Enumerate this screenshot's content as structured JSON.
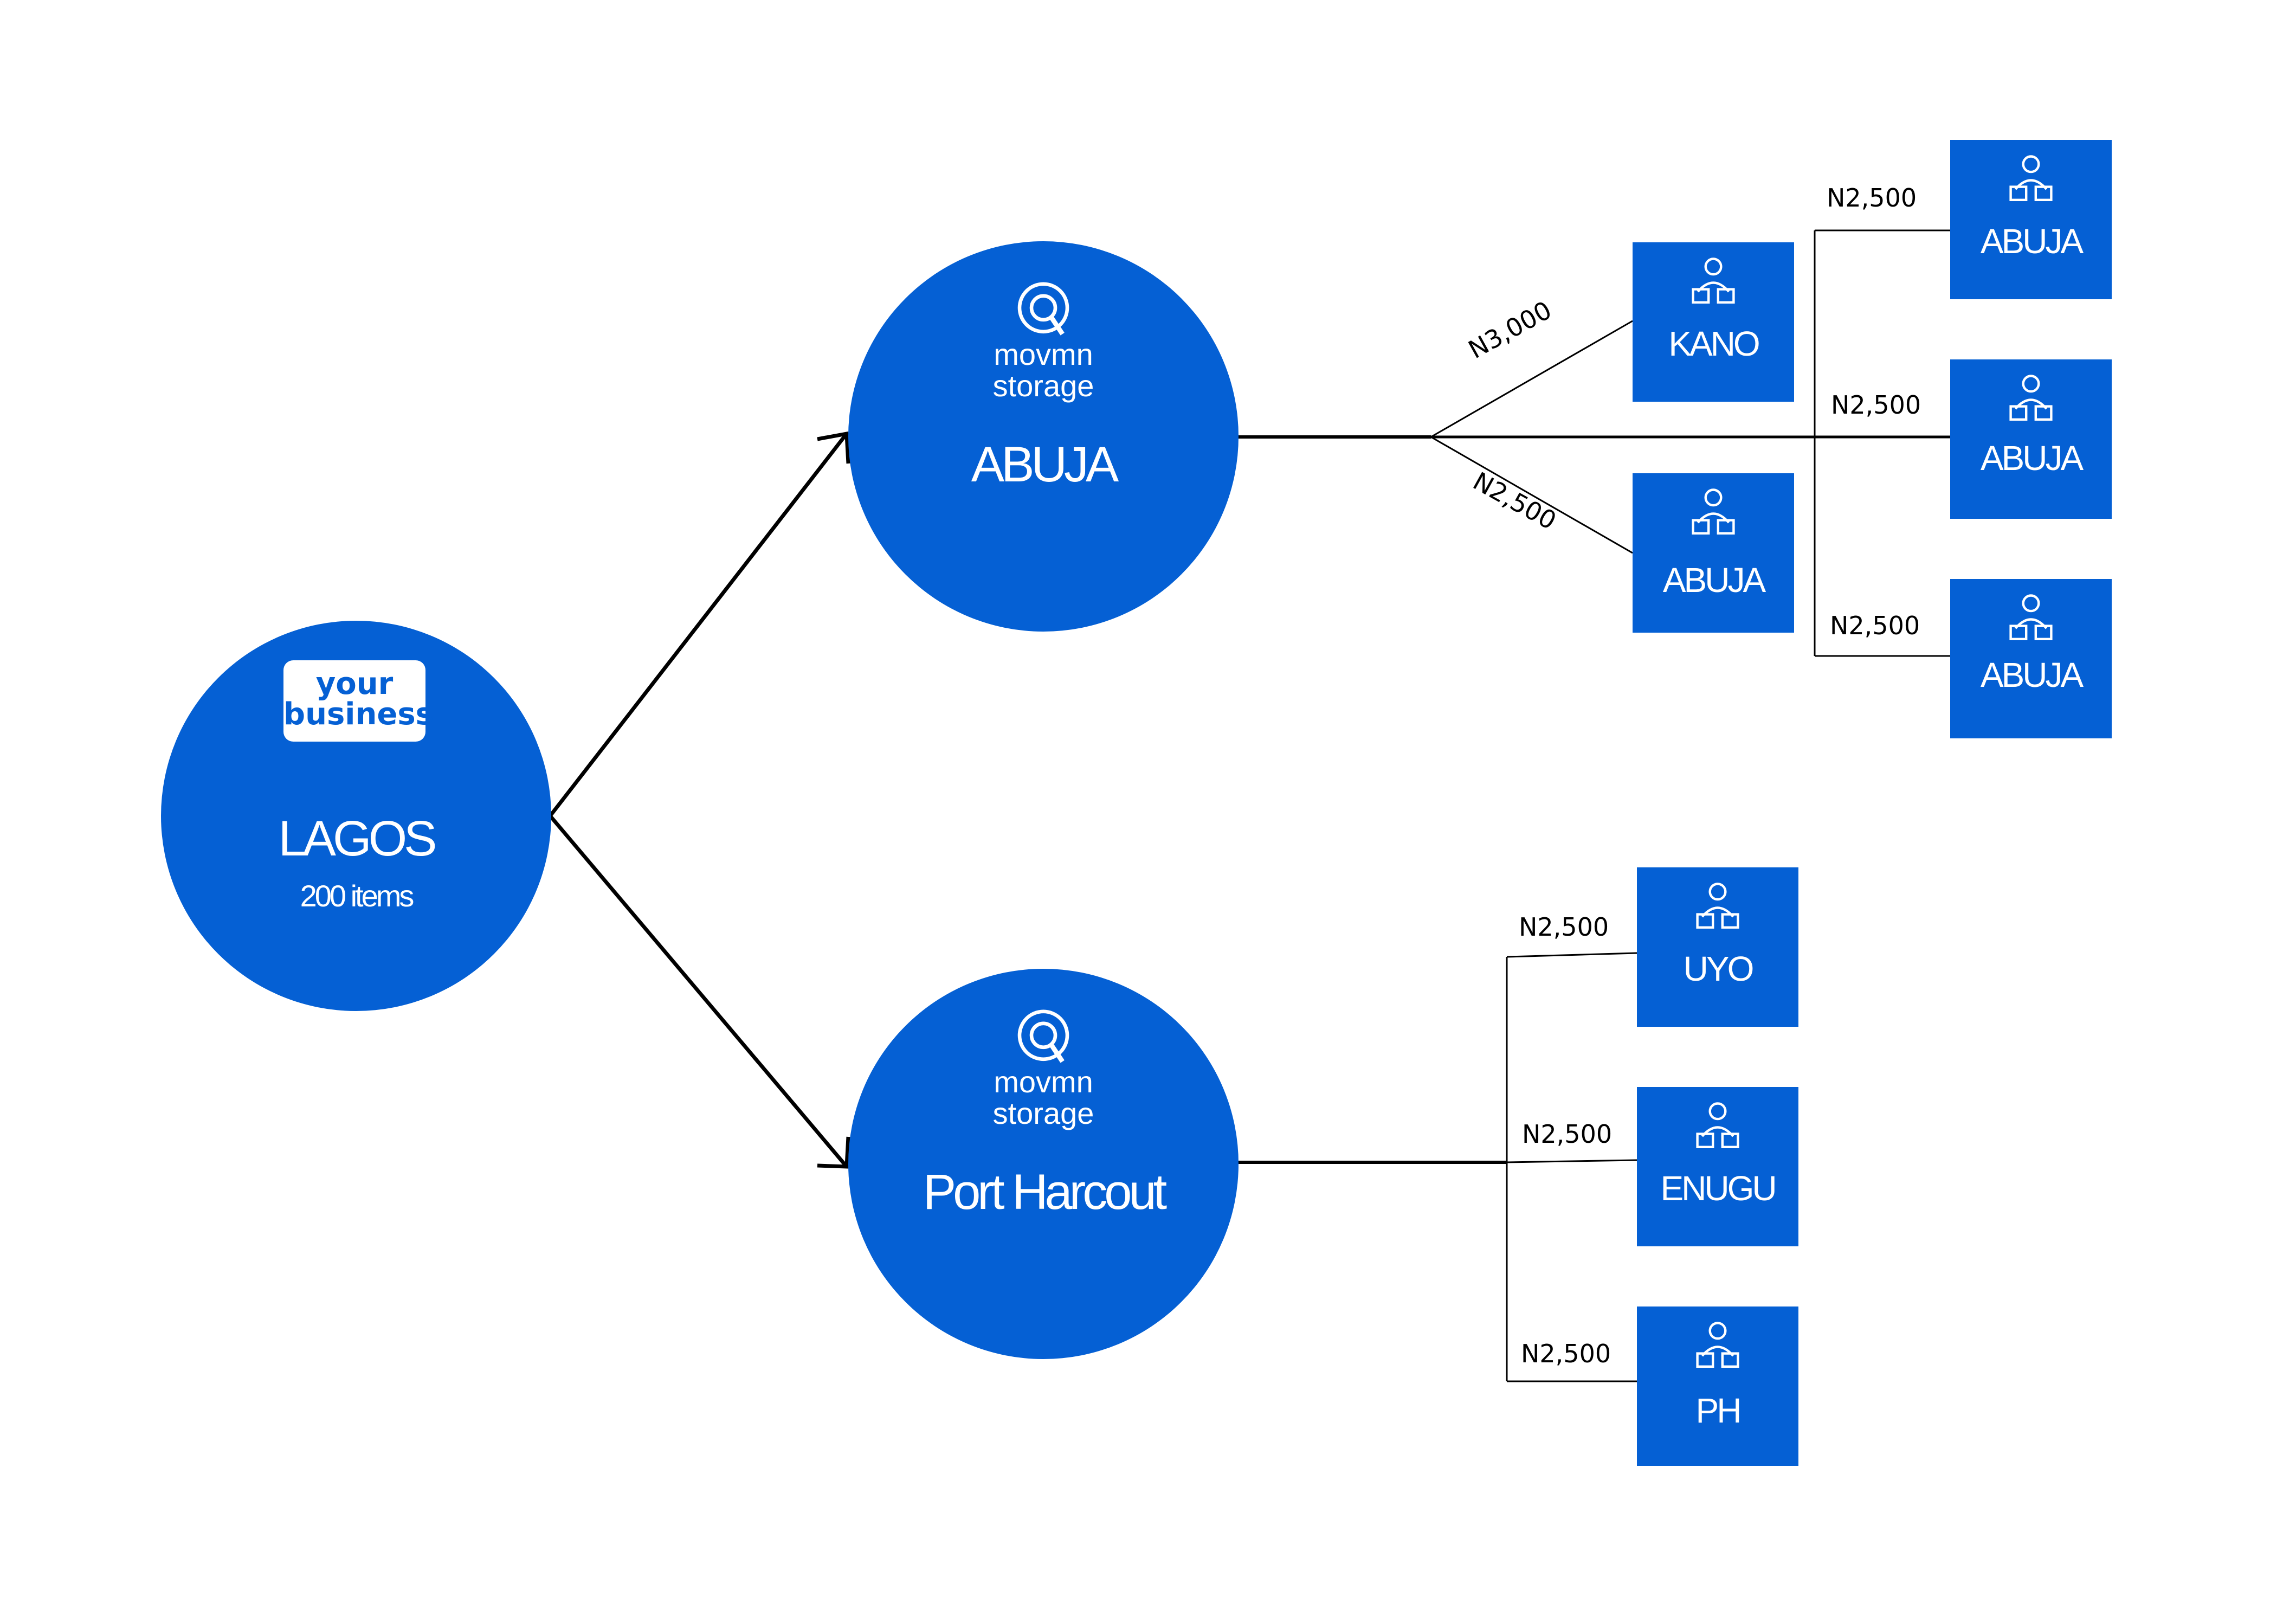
{
  "colors": {
    "node_blue": "#0560d4",
    "line": "#000000",
    "text_on_blue": "#ffffff"
  },
  "origin": {
    "badge": "your business",
    "badge_line1": "your",
    "badge_line2": "business",
    "city": "LAGOS",
    "items": "200 items"
  },
  "hubs": [
    {
      "brand_line1": "movmn",
      "brand_line2": "storage",
      "city": "ABUJA",
      "icon": "search-pin-icon"
    },
    {
      "brand_line1": "movmn",
      "brand_line2": "storage",
      "city": "Port Harcout",
      "icon": "search-pin-icon"
    }
  ],
  "abuja_branches": [
    {
      "city": "KANO",
      "price": "N3,000",
      "icon": "delivery-person-icon"
    },
    {
      "city": "ABUJA",
      "price": "N2,500",
      "icon": "delivery-person-icon"
    }
  ],
  "abuja_far_branches": [
    {
      "city": "ABUJA",
      "price": "N2,500",
      "icon": "delivery-person-icon"
    },
    {
      "city": "ABUJA",
      "price": "N2,500",
      "icon": "delivery-person-icon"
    },
    {
      "city": "ABUJA",
      "price": "N2,500",
      "icon": "delivery-person-icon"
    }
  ],
  "ph_branches": [
    {
      "city": "UYO",
      "price": "N2,500",
      "icon": "delivery-person-icon"
    },
    {
      "city": "ENUGU",
      "price": "N2,500",
      "icon": "delivery-person-icon"
    },
    {
      "city": "PH",
      "price": "N2,500",
      "icon": "delivery-person-icon"
    }
  ]
}
